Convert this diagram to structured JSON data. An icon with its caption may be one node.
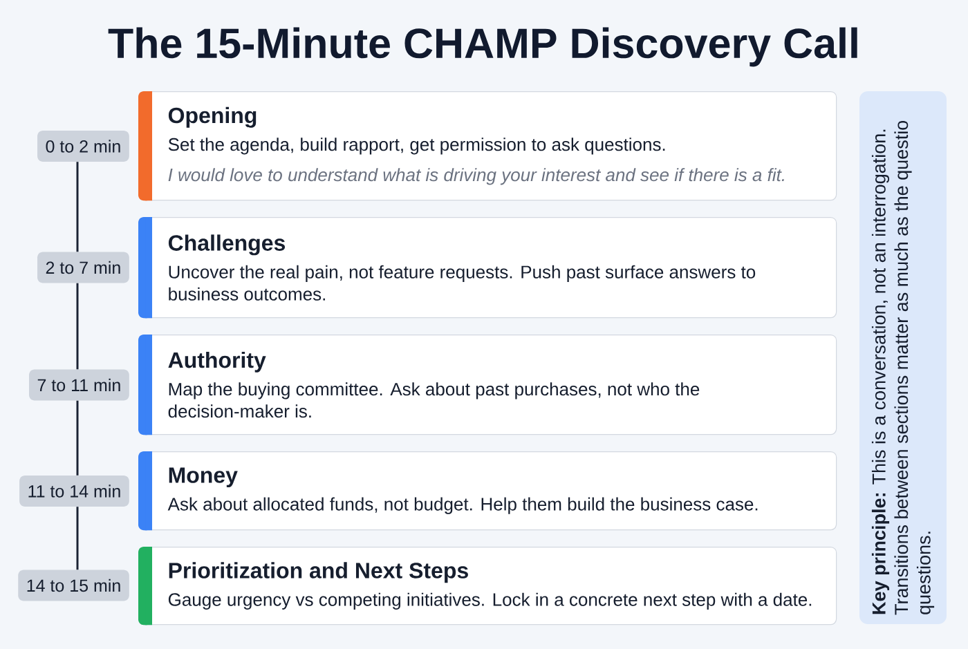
{
  "diagram": {
    "title": "The 15-Minute CHAMP Discovery Call",
    "nodes": [
      {
        "text": [
          "0 to 2 min"
        ]
      },
      {
        "text": [
          "Opening",
          "Set the agenda, build rapport, get permission to ask questions.",
          "I would love to understand what is driving your interest and see if there is a fit."
        ]
      },
      {
        "text": [
          "2 to 7 min"
        ]
      },
      {
        "text": [
          "Challenges",
          "Uncover the real pain, not feature requests. Push past surface answers to business outcomes."
        ]
      },
      {
        "text": [
          "7 to 11 min"
        ]
      },
      {
        "text": [
          "Authority",
          "Map the buying committee. Ask about past purchases, not who the decision-maker is."
        ]
      },
      {
        "text": [
          "11 to 14 min"
        ]
      },
      {
        "text": [
          "Money",
          "Ask about allocated funds, not budget. Help them build the business case."
        ]
      },
      {
        "text": [
          "14 to 15 min"
        ]
      },
      {
        "text": [
          "Prioritization and Next Steps",
          "Gauge urgency vs competing initiatives. Lock in a concrete next step with a date."
        ]
      },
      {
        "text": [
          "**Key principle:** This is a conversation, not an interrogation. Transitions between sections matter as much as the questio questions."
        ]
      }
    ],
    "edges": [
      {
        "from": 0,
        "to": 2,
        "arrow": "none"
      },
      {
        "from": 2,
        "to": 4,
        "arrow": "none"
      },
      {
        "from": 4,
        "to": 6,
        "arrow": "none"
      },
      {
        "from": 6,
        "to": 8,
        "arrow": "none"
      }
    ]
  }
}
